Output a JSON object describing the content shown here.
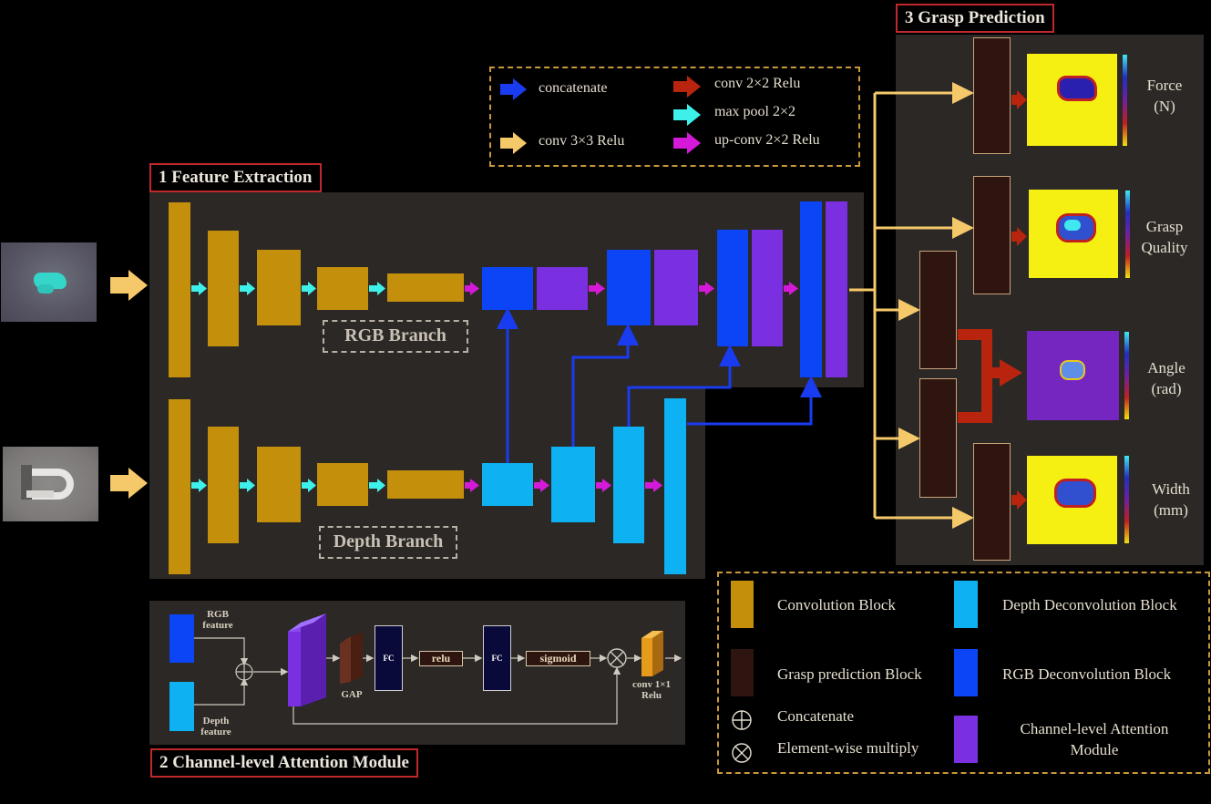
{
  "sections": {
    "feature_extraction": "1 Feature Extraction",
    "attention_module": "2 Channel-level Attention Module",
    "grasp_prediction": "3 Grasp Prediction"
  },
  "branches": {
    "rgb": "RGB Branch",
    "depth": "Depth Branch"
  },
  "arrow_legend": {
    "concatenate": "concatenate",
    "conv3": "conv 3×3  Relu",
    "conv2": "conv 2×2  Relu",
    "maxpool": "max pool 2×2",
    "upconv": "up-conv 2×2 Relu"
  },
  "outputs": {
    "force": [
      "Force",
      "(N)"
    ],
    "quality": [
      "Grasp",
      "Quality"
    ],
    "angle": [
      "Angle",
      "(rad)"
    ],
    "width": [
      "Width",
      "(mm)"
    ]
  },
  "attention": {
    "rgb_feature": [
      "RGB",
      "feature"
    ],
    "depth_feature": [
      "Depth",
      "feature"
    ],
    "gap": "GAP",
    "fc": "FC",
    "relu": "relu",
    "sigmoid": "sigmoid",
    "conv1x1": [
      "conv 1×1",
      "Relu"
    ]
  },
  "block_legend": {
    "conv_block": "Convolution Block",
    "depth_deconv": "Depth Deconvolution Block",
    "grasp_pred": "Grasp prediction Block",
    "rgb_deconv": "RGB Deconvolution Block",
    "concatenate": "Concatenate",
    "multiply": "Element-wise multiply",
    "attention": [
      "Channel-level Attention",
      "Module"
    ]
  },
  "colors": {
    "conv": "#c4900c",
    "rgb_deconv": "#0b45f5",
    "attention": "#7a2fe0",
    "depth_deconv": "#0eb2f2",
    "grasp_block": "#2e1510",
    "arrow_concat": "#1a3cf0",
    "arrow_conv3": "#f5c86a",
    "arrow_conv2": "#b8240e",
    "arrow_maxpool": "#3ef0ea",
    "arrow_upconv": "#d41ad8",
    "section_border": "#c0282a"
  }
}
